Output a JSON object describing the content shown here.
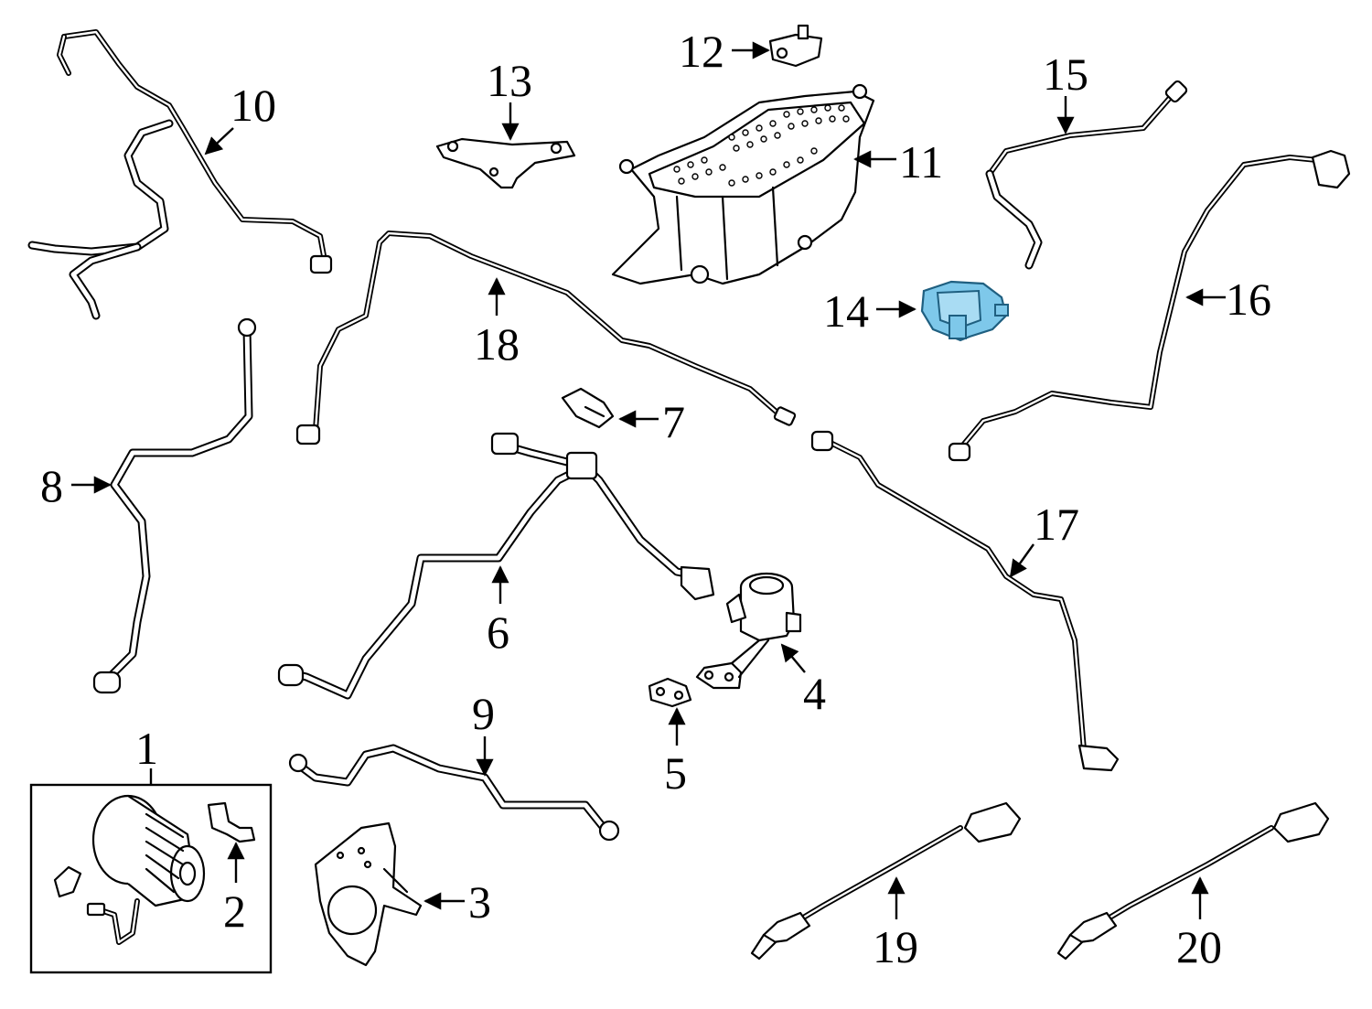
{
  "callouts": [
    {
      "id": "1",
      "label": "1"
    },
    {
      "id": "2",
      "label": "2"
    },
    {
      "id": "3",
      "label": "3"
    },
    {
      "id": "4",
      "label": "4"
    },
    {
      "id": "5",
      "label": "5"
    },
    {
      "id": "6",
      "label": "6"
    },
    {
      "id": "7",
      "label": "7"
    },
    {
      "id": "8",
      "label": "8"
    },
    {
      "id": "9",
      "label": "9"
    },
    {
      "id": "10",
      "label": "10"
    },
    {
      "id": "11",
      "label": "11"
    },
    {
      "id": "12",
      "label": "12"
    },
    {
      "id": "13",
      "label": "13"
    },
    {
      "id": "14",
      "label": "14"
    },
    {
      "id": "15",
      "label": "15"
    },
    {
      "id": "16",
      "label": "16"
    },
    {
      "id": "17",
      "label": "17"
    },
    {
      "id": "18",
      "label": "18"
    },
    {
      "id": "19",
      "label": "19"
    },
    {
      "id": "20",
      "label": "20"
    }
  ],
  "colors": {
    "line": "#000000",
    "background": "#ffffff",
    "highlight": "#7ec8ea"
  },
  "highlighted_part": "14"
}
